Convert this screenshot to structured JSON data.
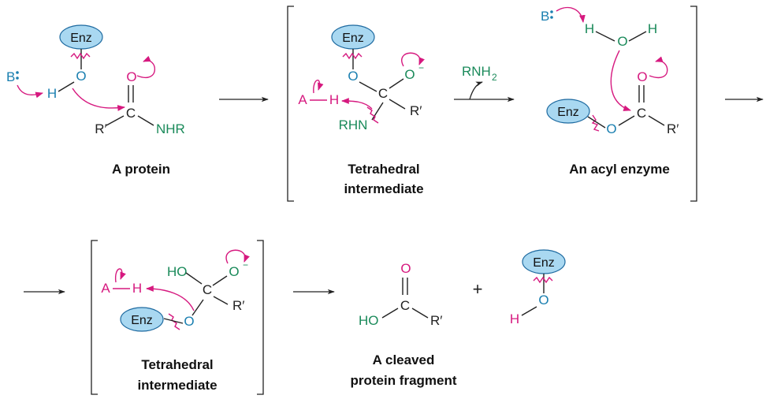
{
  "colors": {
    "black": "#222222",
    "blue": "#1a7fb0",
    "green": "#1a8a5a",
    "magenta": "#d6197f",
    "enzyme_fill": "#a9d8f1"
  },
  "labels": {
    "enz": "Enz",
    "base": "B",
    "acid": "A",
    "h": "H",
    "o": "O",
    "c": "C",
    "o_minus": "O",
    "minus": "−",
    "r_prime": "R′",
    "nhr": "NHR",
    "rhn": "RHN",
    "ho": "HO",
    "rnh": "RNH",
    "two": "2",
    "plus": "+"
  },
  "captions": {
    "protein": "A protein",
    "tetrahedral_1": "Tetrahedral",
    "intermediate_1": "intermediate",
    "acyl_enzyme": "An acyl enzyme",
    "tetrahedral_2": "Tetrahedral",
    "intermediate_2": "intermediate",
    "cleaved_1": "A cleaved",
    "cleaved_2": "protein fragment"
  }
}
